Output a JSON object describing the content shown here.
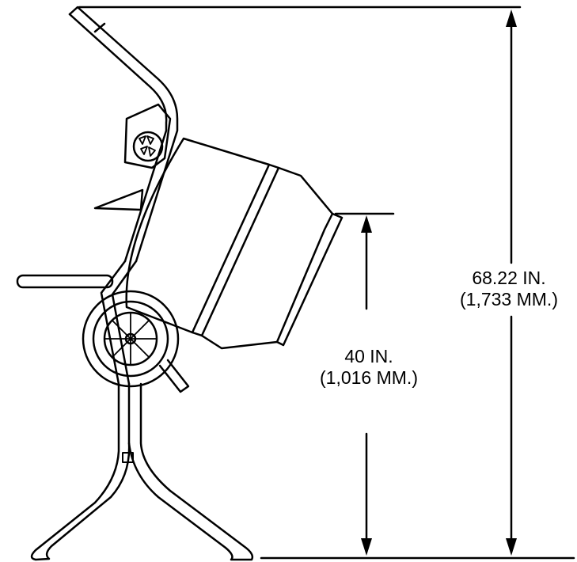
{
  "diagram": {
    "subject": "cement mixer side view",
    "overall_height": {
      "imperial": "68.22 IN.",
      "metric": "(1,733 MM.)"
    },
    "mouth_height": {
      "imperial": "40 IN.",
      "metric": "(1,016 MM.)"
    },
    "line_color": "#000000",
    "background_color": "#ffffff"
  }
}
